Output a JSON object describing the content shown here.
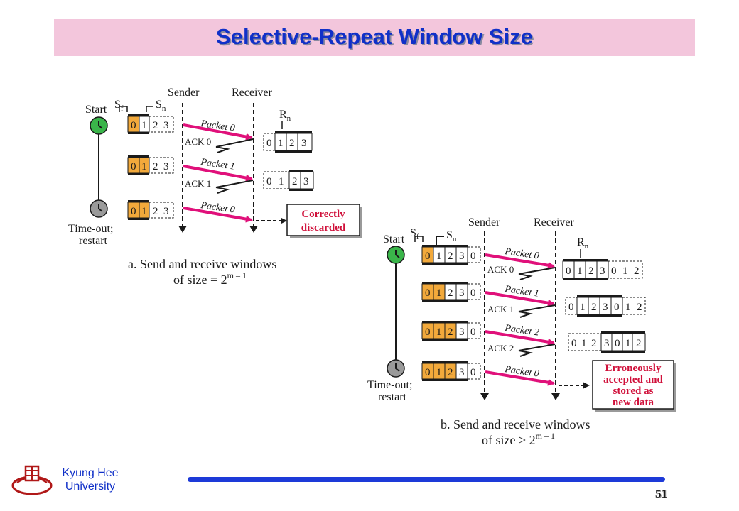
{
  "slide": {
    "title": "Selective-Repeat Window Size",
    "page_number": "51",
    "university": [
      "Kyung Hee",
      "University"
    ]
  },
  "colors": {
    "title_bg": "#f3c6dc",
    "title_text": "#1030c8",
    "packet_arrow": "#e0107a",
    "window_cell": "#f2a93b",
    "clock": "#3ab54a",
    "clock_timeout": "#9a9a9a",
    "note_text": "#d0103a",
    "footer_line": "#1d3ad8"
  },
  "icons": {
    "start_clock": "clock-icon",
    "timeout_clock": "clock-icon",
    "logo": "university-seal-icon"
  },
  "diagram_a": {
    "sender": "Sender",
    "receiver": "Receiver",
    "start": "Start",
    "timeout": [
      "Time-out;",
      "restart"
    ],
    "sf": "S",
    "sf_sub": "f",
    "sn": "S",
    "sn_sub": "n",
    "rn": "R",
    "rn_sub": "n",
    "seq": [
      "0",
      "1",
      "2",
      "3"
    ],
    "packets": [
      "Packet 0",
      "Packet 1",
      "Packet 0"
    ],
    "acks": [
      "ACK 0",
      "ACK 1"
    ],
    "note": [
      "Correctly",
      "discarded"
    ],
    "caption1": "a. Send and receive windows",
    "caption2": "of size = 2",
    "caption_exp": "m – 1"
  },
  "diagram_b": {
    "sender": "Sender",
    "receiver": "Receiver",
    "start": "Start",
    "timeout": [
      "Time-out;",
      "restart"
    ],
    "sf": "S",
    "sf_sub": "f",
    "sn": "S",
    "sn_sub": "n",
    "rn": "R",
    "rn_sub": "n",
    "seq": [
      "0",
      "1",
      "2",
      "3",
      "0"
    ],
    "rseq": [
      "0",
      "1",
      "2",
      "3",
      "0",
      "1",
      "2"
    ],
    "packets": [
      "Packet 0",
      "Packet 1",
      "Packet 2",
      "Packet 0"
    ],
    "acks": [
      "ACK 0",
      "ACK 1",
      "ACK 2"
    ],
    "note": [
      "Erroneously",
      "accepted and",
      "stored as",
      "new data"
    ],
    "caption1": "b. Send and receive windows",
    "caption2": "of size > 2",
    "caption_exp": "m – 1"
  }
}
